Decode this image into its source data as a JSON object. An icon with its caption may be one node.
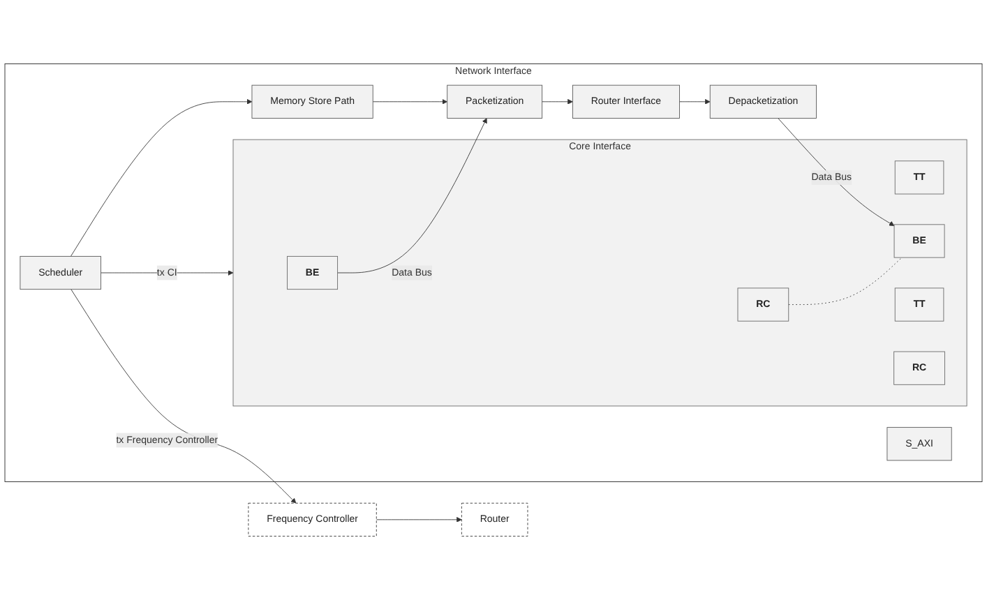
{
  "diagram": {
    "nodes": [
      {
        "text": [
          "Network Interface"
        ]
      },
      {
        "text": [
          "S_AXI"
        ],
        "in": 0
      },
      {
        "text": [
          "Core Interface"
        ],
        "in": 0
      },
      {
        "text": [
          "BE"
        ],
        "in": 2
      },
      {
        "text": [
          "TT"
        ],
        "in": 2
      },
      {
        "text": [
          "RC"
        ],
        "in": 2
      },
      {
        "text": [
          "BE"
        ],
        "in": 2
      },
      {
        "text": [
          "TT"
        ],
        "in": 2
      },
      {
        "text": [
          "RC"
        ],
        "in": 2
      },
      {
        "text": [
          "Packetization"
        ],
        "in": 0
      },
      {
        "text": [
          "Memory Store Path"
        ],
        "in": 0
      },
      {
        "text": [
          "Scheduler"
        ],
        "in": 0
      },
      {
        "text": [
          "Depacketization"
        ],
        "in": 0
      },
      {
        "text": [
          "Router Interface"
        ],
        "in": 0
      },
      {
        "text": [
          "Frequency Controller"
        ]
      },
      {
        "text": [
          "Router"
        ]
      }
    ],
    "edges": [
      {
        "from": 3,
        "to": 9,
        "arrow": "to",
        "label": "Data Bus"
      },
      {
        "from": 9,
        "to": 13,
        "arrow": "to"
      },
      {
        "from": 10,
        "to": 9,
        "arrow": "to"
      },
      {
        "from": 11,
        "to": 10,
        "arrow": "to"
      },
      {
        "from": 11,
        "to": 2,
        "arrow": "to",
        "label": "tx CI"
      },
      {
        "from": 11,
        "to": 14,
        "arrow": "to",
        "label": "tx Frequency Controller"
      },
      {
        "from": 13,
        "to": 12,
        "arrow": "to"
      },
      {
        "from": 12,
        "to": 6,
        "arrow": "to",
        "label": "Data Bus"
      },
      {
        "from": 14,
        "to": 15,
        "arrow": "to"
      },
      {
        "from": 5,
        "to": 6,
        "arrow": "none",
        "style": "dashed"
      }
    ]
  }
}
